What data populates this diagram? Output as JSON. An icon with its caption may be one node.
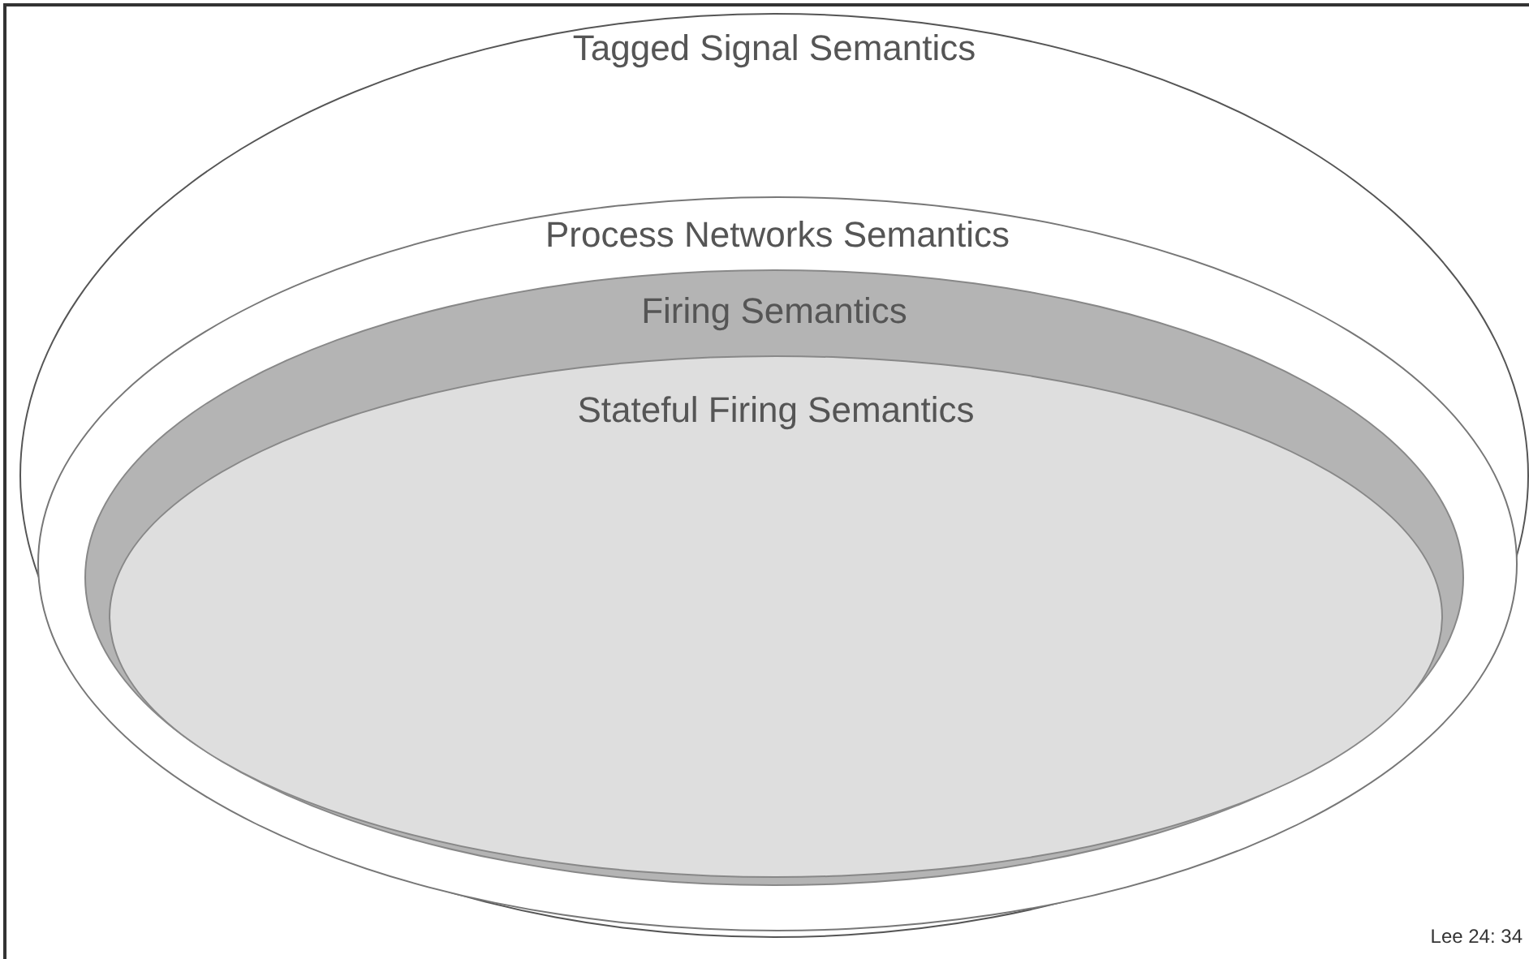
{
  "diagram": {
    "nodes": [
      {
        "text": [
          "Tagged Signal Semantics"
        ]
      },
      {
        "text": [
          "Process Networks Semantics"
        ],
        "in": 0
      },
      {
        "text": [
          "Firing Semantics"
        ],
        "in": 1
      },
      {
        "text": [
          "Stateful Firing Semantics"
        ],
        "in": 2
      }
    ],
    "labels": [
      "Lee 24: 34"
    ]
  }
}
